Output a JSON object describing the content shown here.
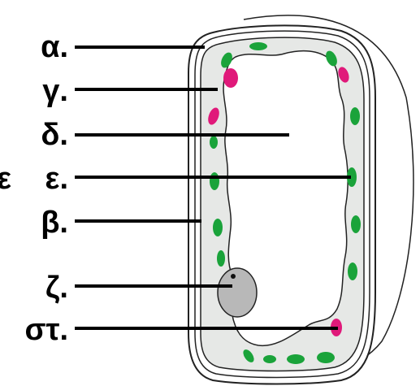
{
  "diagram": {
    "labels": {
      "a": "α.",
      "g": "γ.",
      "d": "δ.",
      "e_cut": "ε",
      "e": "ε.",
      "b": "β.",
      "z": "ζ.",
      "st": "στ."
    },
    "colors": {
      "outline": "#222222",
      "cytoplasm": "#e6e8e6",
      "vacuole": "#ffffff",
      "chloroplast": "#1aa33a",
      "pigment": "#e0197a",
      "nucleus": "#b8b8b8",
      "nucleolus": "#111111",
      "line": "#000000"
    }
  }
}
